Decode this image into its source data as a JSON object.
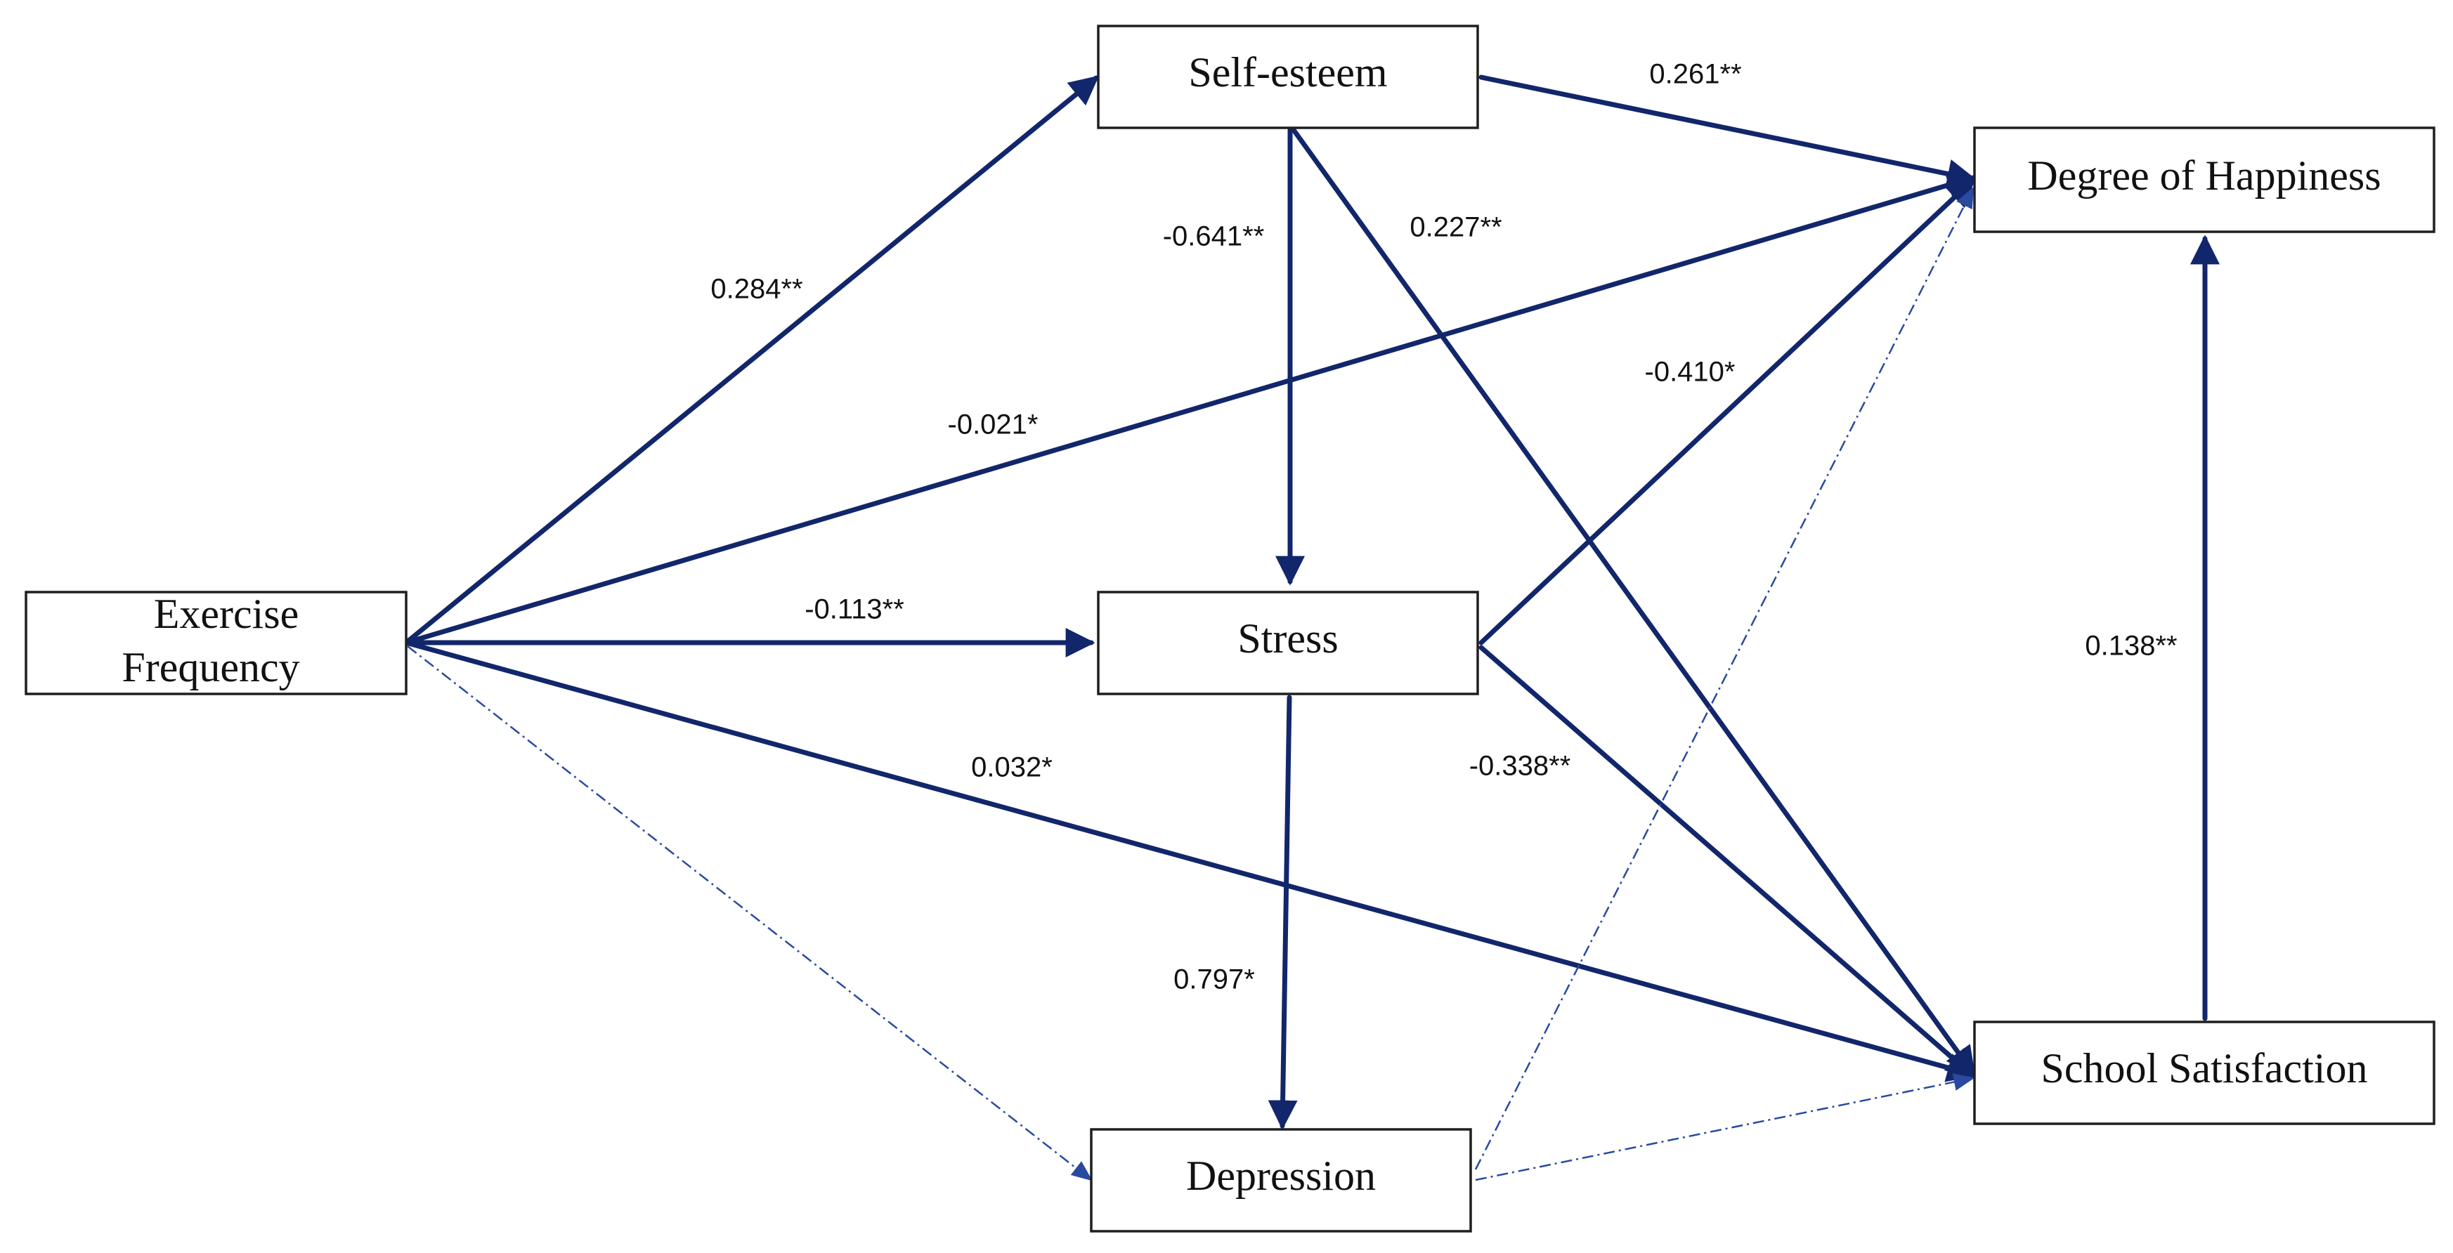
{
  "nodes": {
    "exercise": {
      "line1": "Exercise",
      "line2": "Frequency"
    },
    "self_esteem": {
      "label": "Self-esteem"
    },
    "stress": {
      "label": "Stress"
    },
    "depression": {
      "label": "Depression"
    },
    "happiness": {
      "label": "Degree of Happiness"
    },
    "school": {
      "label": "School Satisfaction"
    }
  },
  "paths": [
    {
      "from": "Exercise Frequency",
      "to": "Self-esteem",
      "coef": "0.284**",
      "significant": true
    },
    {
      "from": "Exercise Frequency",
      "to": "Degree of Happiness",
      "coef": "-0.021*",
      "significant": true
    },
    {
      "from": "Exercise Frequency",
      "to": "Stress",
      "coef": "-0.113**",
      "significant": true
    },
    {
      "from": "Exercise Frequency",
      "to": "School Satisfaction",
      "coef": "0.032*",
      "significant": true
    },
    {
      "from": "Exercise Frequency",
      "to": "Depression",
      "coef": "",
      "significant": false
    },
    {
      "from": "Self-esteem",
      "to": "Degree of Happiness",
      "coef": "0.261**",
      "significant": true
    },
    {
      "from": "Self-esteem",
      "to": "Stress",
      "coef": "-0.641**",
      "significant": true
    },
    {
      "from": "Self-esteem",
      "to": "School Satisfaction",
      "coef": "0.227**",
      "significant": true
    },
    {
      "from": "Stress",
      "to": "Degree of Happiness",
      "coef": "-0.410*",
      "significant": true
    },
    {
      "from": "Stress",
      "to": "School Satisfaction",
      "coef": "-0.338**",
      "significant": true
    },
    {
      "from": "Stress",
      "to": "Depression",
      "coef": "0.797*",
      "significant": true
    },
    {
      "from": "Depression",
      "to": "Degree of Happiness",
      "coef": "",
      "significant": false
    },
    {
      "from": "Depression",
      "to": "School Satisfaction",
      "coef": "",
      "significant": false
    },
    {
      "from": "School Satisfaction",
      "to": "Degree of Happiness",
      "coef": "0.138**",
      "significant": true
    }
  ],
  "colors": {
    "arrow": "#12266b",
    "box_border": "#1f1f1f",
    "text": "#111111"
  }
}
